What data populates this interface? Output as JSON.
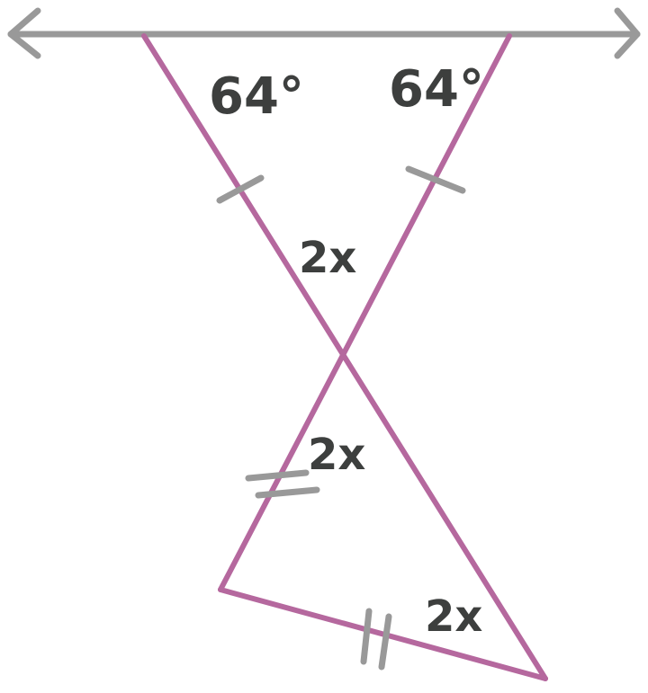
{
  "colors": {
    "base_line": "#999999",
    "triangle_lines": "#b5689e",
    "tick_marks": "#999999",
    "label_text": "#3d3f3e",
    "background": "#ffffff"
  },
  "labels": {
    "top_left_angle": "64°",
    "top_right_angle": "64°",
    "upper_vertex_angle": "2x",
    "lower_vertex_angle": "2x",
    "bottom_right_angle": "2x"
  },
  "marks": {
    "upper_legs_ticks": 1,
    "lower_sides_ticks": 2
  }
}
